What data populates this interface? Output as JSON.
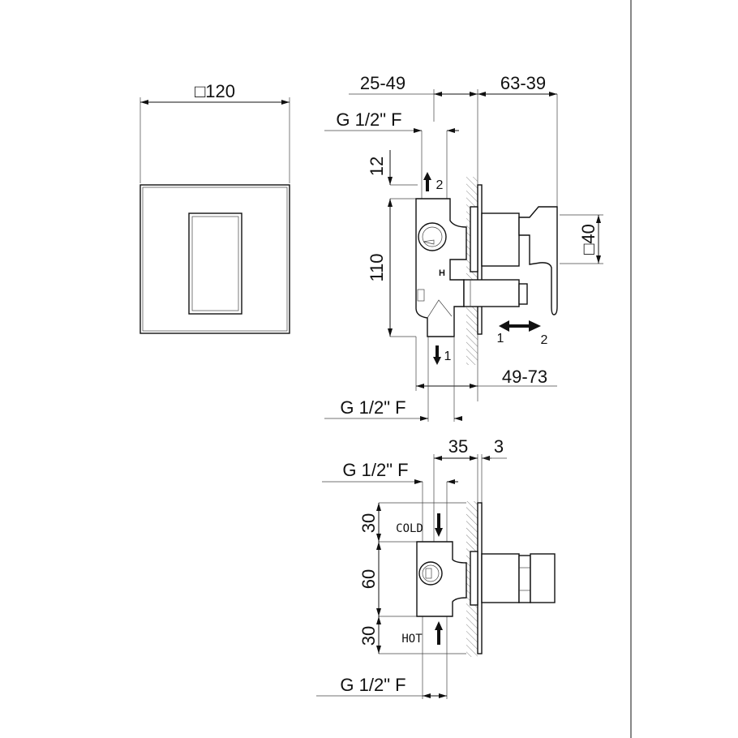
{
  "front_view": {
    "width_dim": "□120"
  },
  "side_view": {
    "depth_min_dim": "25-49",
    "depth_max_dim": "63-39",
    "inlet_thread_top": "G 1/2\" F",
    "top_offset_dim": "12",
    "height_dim": "110",
    "handle_dim": "□40",
    "outlet_2_label": "2",
    "outlet_1_label": "1",
    "body_marking": "H",
    "diverter_pos_1": "1",
    "diverter_pos_2": "2",
    "projection_dim": "49-73",
    "inlet_thread_bottom": "G 1/2\" F"
  },
  "top_view": {
    "depth_dim": "35",
    "plate_dim": "3",
    "thread_top": "G 1/2\" F",
    "upper_dim": "30",
    "middle_dim": "60",
    "lower_dim": "30",
    "cold_label": "COLD",
    "hot_label": "HOT",
    "thread_bottom": "G 1/2\" F"
  }
}
